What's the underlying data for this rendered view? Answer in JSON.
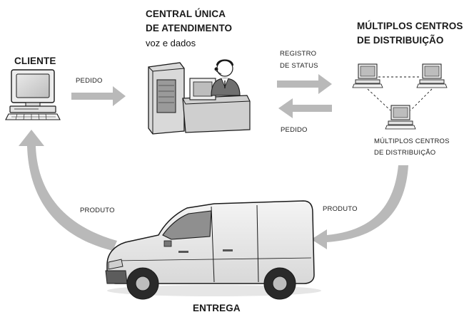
{
  "nodes": {
    "cliente": {
      "label": "CLIENTE"
    },
    "central": {
      "line1": "CENTRAL ÚNICA",
      "line2": "DE ATENDIMENTO",
      "sub": "voz e dados"
    },
    "centros": {
      "line1": "MÚLTIPLOS CENTROS",
      "line2": "DE DISTRIBUIÇÃO"
    },
    "centros_small": {
      "line1": "MÚLTIPLOS CENTROS",
      "line2": "DE DISTRIBUIÇÃO"
    },
    "entrega": {
      "label": "ENTREGA"
    }
  },
  "edges": {
    "pedido_1": "PEDIDO",
    "registro": {
      "line1": "REGISTRO",
      "line2": "DE STATUS"
    },
    "pedido_2": "PEDIDO",
    "produto_left": "PRODUTO",
    "produto_right": "PRODUTO"
  },
  "colors": {
    "arrow": "#b9b9b9",
    "ink": "#1a1a1a"
  }
}
